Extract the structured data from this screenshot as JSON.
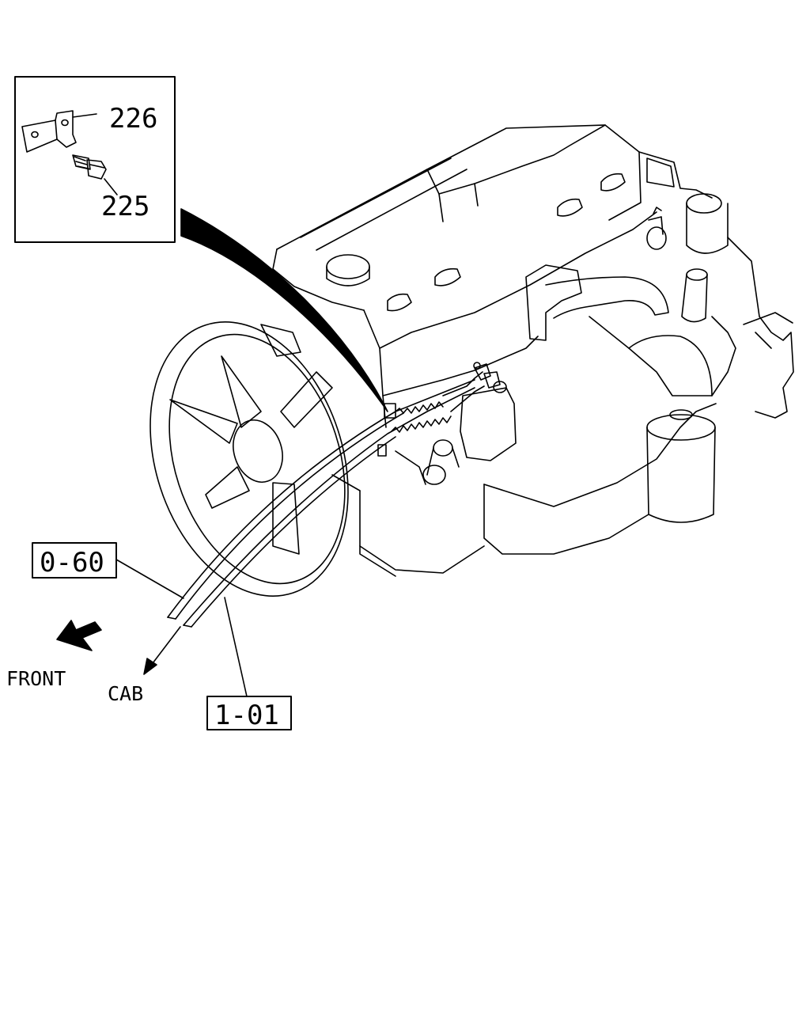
{
  "inset": {
    "part_a": "226",
    "part_b": "225"
  },
  "callouts": {
    "ref_cable_1": "0-60",
    "ref_cable_2": "1-01"
  },
  "directions": {
    "front": "FRONT",
    "cab": "CAB"
  },
  "colors": {
    "ink": "#000000",
    "paper": "#ffffff"
  }
}
